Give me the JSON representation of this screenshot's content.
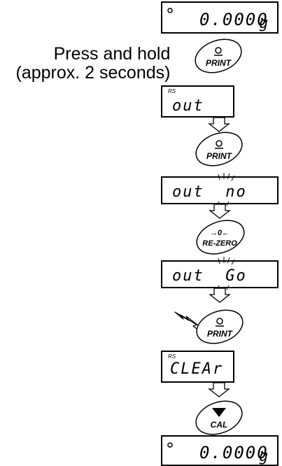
{
  "instruction": {
    "line1": "Press and hold",
    "line2": "(approx. 2 seconds)"
  },
  "displays": [
    {
      "id": "display-weight-top",
      "main": "0.0000",
      "unit": "g",
      "annunciator": "",
      "stable_mark": true
    },
    {
      "id": "display-out",
      "main": "out",
      "unit": "",
      "annunciator": "RS",
      "stable_mark": false
    },
    {
      "id": "display-out-no",
      "main": "out  no",
      "unit": "",
      "annunciator": "",
      "stable_mark": false
    },
    {
      "id": "display-out-go",
      "main": "out  Go",
      "unit": "",
      "annunciator": "",
      "stable_mark": false
    },
    {
      "id": "display-clear",
      "main": "CLEAr",
      "unit": "",
      "annunciator": "RS",
      "stable_mark": false
    },
    {
      "id": "display-weight-bottom",
      "main": "0.0000",
      "unit": "g",
      "annunciator": "",
      "stable_mark": true
    }
  ],
  "keys": [
    {
      "id": "print-key-1",
      "label": "PRINT",
      "icon": "print-icon"
    },
    {
      "id": "print-key-2",
      "label": "PRINT",
      "icon": "print-icon"
    },
    {
      "id": "rezero-key",
      "label": "RE-ZERO",
      "icon": "zero-arrows-icon",
      "icon_text": "→0←"
    },
    {
      "id": "print-key-3",
      "label": "PRINT",
      "icon": "print-icon"
    },
    {
      "id": "cal-key",
      "label": "CAL",
      "icon": "triangle-down-icon"
    }
  ],
  "colors": {
    "ink": "#000000",
    "paper": "#ffffff"
  }
}
